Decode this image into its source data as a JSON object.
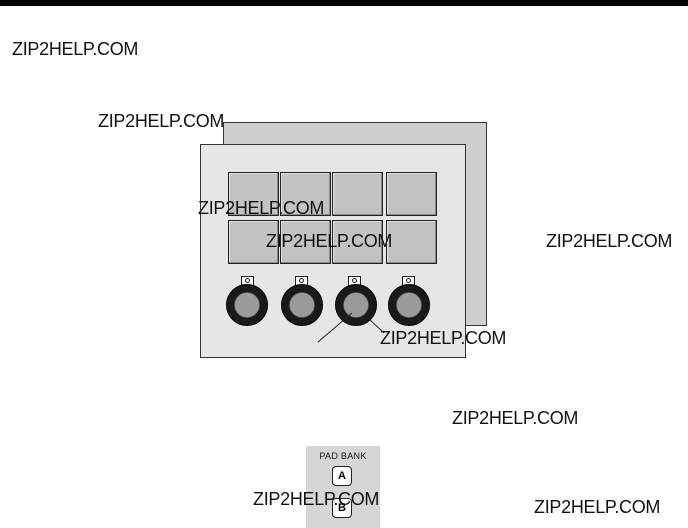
{
  "watermark": "ZIP2HELP.COM",
  "pad_bank": {
    "label": "PAD BANK",
    "buttons": [
      "A",
      "B"
    ]
  },
  "colors": {
    "panel_front": "#e6e6e6",
    "panel_back": "#cfcfcf",
    "pad": "#c2c2c2",
    "knob": "#9a9a9a"
  }
}
